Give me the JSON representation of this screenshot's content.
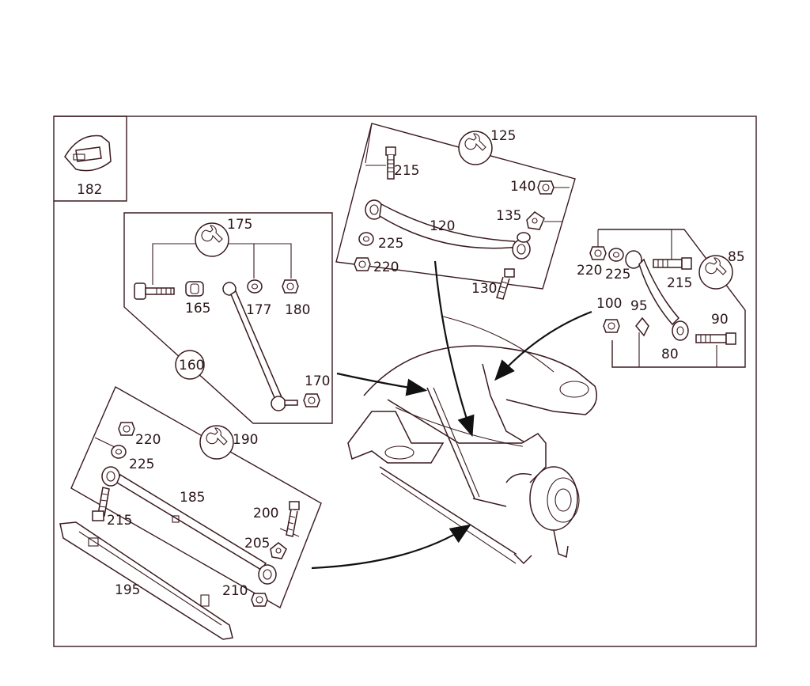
{
  "diagram": {
    "inset_label": "182",
    "group_top": {
      "tool_ref": "125",
      "parts": [
        "215",
        "140",
        "135",
        "120",
        "225",
        "220",
        "130"
      ]
    },
    "group_left": {
      "tool_ref": "175",
      "callout": "160",
      "parts": [
        "165",
        "177",
        "180",
        "170"
      ]
    },
    "group_right": {
      "tool_ref": "85",
      "parts": [
        "220",
        "225",
        "215",
        "100",
        "95",
        "90",
        "80"
      ]
    },
    "group_bottom": {
      "tool_ref": "190",
      "parts": [
        "220",
        "225",
        "185",
        "215",
        "200",
        "205",
        "210",
        "195"
      ]
    }
  },
  "colors": {
    "line": "#3a1a20",
    "arrow": "#111111",
    "background": "#ffffff"
  }
}
